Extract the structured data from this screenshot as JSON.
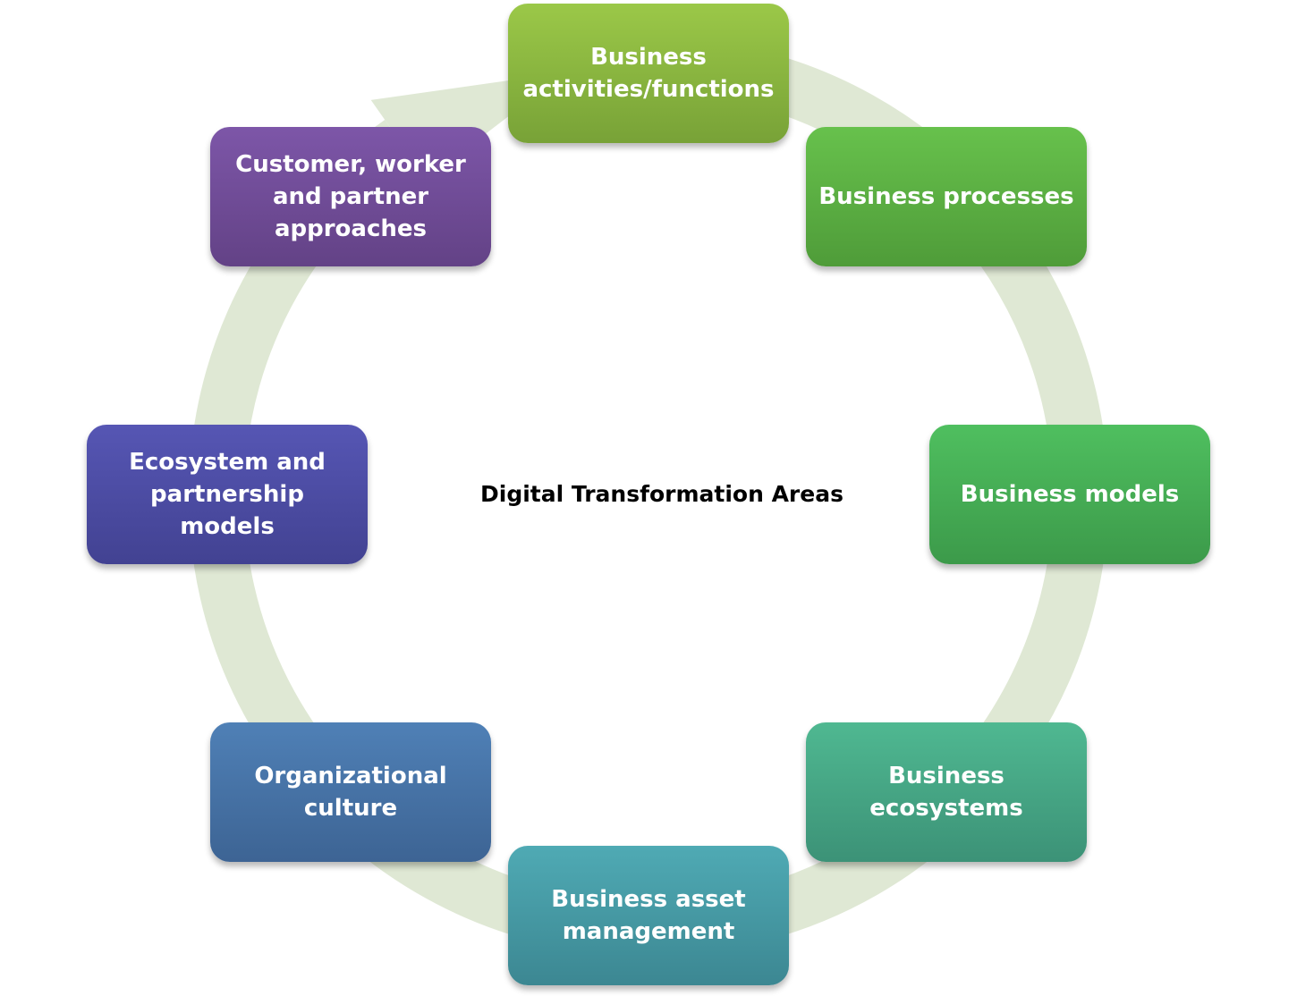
{
  "center_title": "Digital Transformation Areas",
  "ring_color": "#dfe8d4",
  "nodes": [
    {
      "label": "Business\nactivities/functions",
      "color_top": "#9bc848",
      "color_bottom": "#78a237"
    },
    {
      "label": "Business processes",
      "color_top": "#67c14c",
      "color_bottom": "#4f9c39"
    },
    {
      "label": "Business models",
      "color_top": "#4fbf5f",
      "color_bottom": "#3c9a4a"
    },
    {
      "label": "Business\necosystems",
      "color_top": "#4fb891",
      "color_bottom": "#3c9277"
    },
    {
      "label": "Business asset\nmanagement",
      "color_top": "#4faab4",
      "color_bottom": "#3c8792"
    },
    {
      "label": "Organizational\nculture",
      "color_top": "#4f80b6",
      "color_bottom": "#3d6494"
    },
    {
      "label": "Ecosystem and\npartnership models",
      "color_top": "#5656b4",
      "color_bottom": "#424292"
    },
    {
      "label": "Customer, worker\nand partner\napproaches",
      "color_top": "#7d56a8",
      "color_bottom": "#634286"
    }
  ]
}
